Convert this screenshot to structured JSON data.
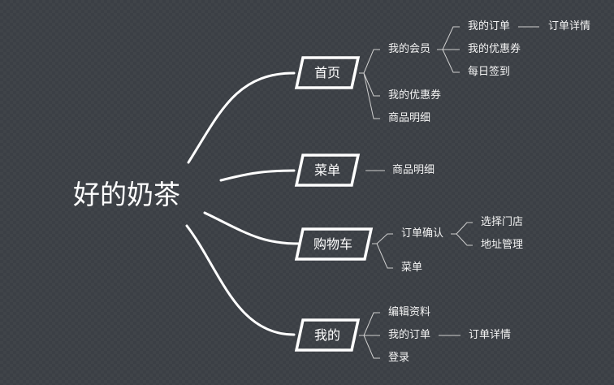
{
  "root": "好的奶茶",
  "branches": {
    "home": {
      "label": "首页",
      "children": {
        "member": {
          "label": "我的会员",
          "children": [
            "我的订单",
            "我的优惠券",
            "每日签到"
          ],
          "order_detail": "订单详情"
        },
        "coupon": "我的优惠券",
        "product": "商品明细"
      }
    },
    "menu": {
      "label": "菜单",
      "children": [
        "商品明细"
      ]
    },
    "cart": {
      "label": "购物车",
      "confirm": {
        "label": "订单确认",
        "children": [
          "选择门店",
          "地址管理"
        ]
      },
      "menu": "菜单"
    },
    "mine": {
      "label": "我的",
      "children": [
        "编辑资料",
        "我的订单",
        "登录"
      ],
      "order_detail": "订单详情"
    }
  }
}
